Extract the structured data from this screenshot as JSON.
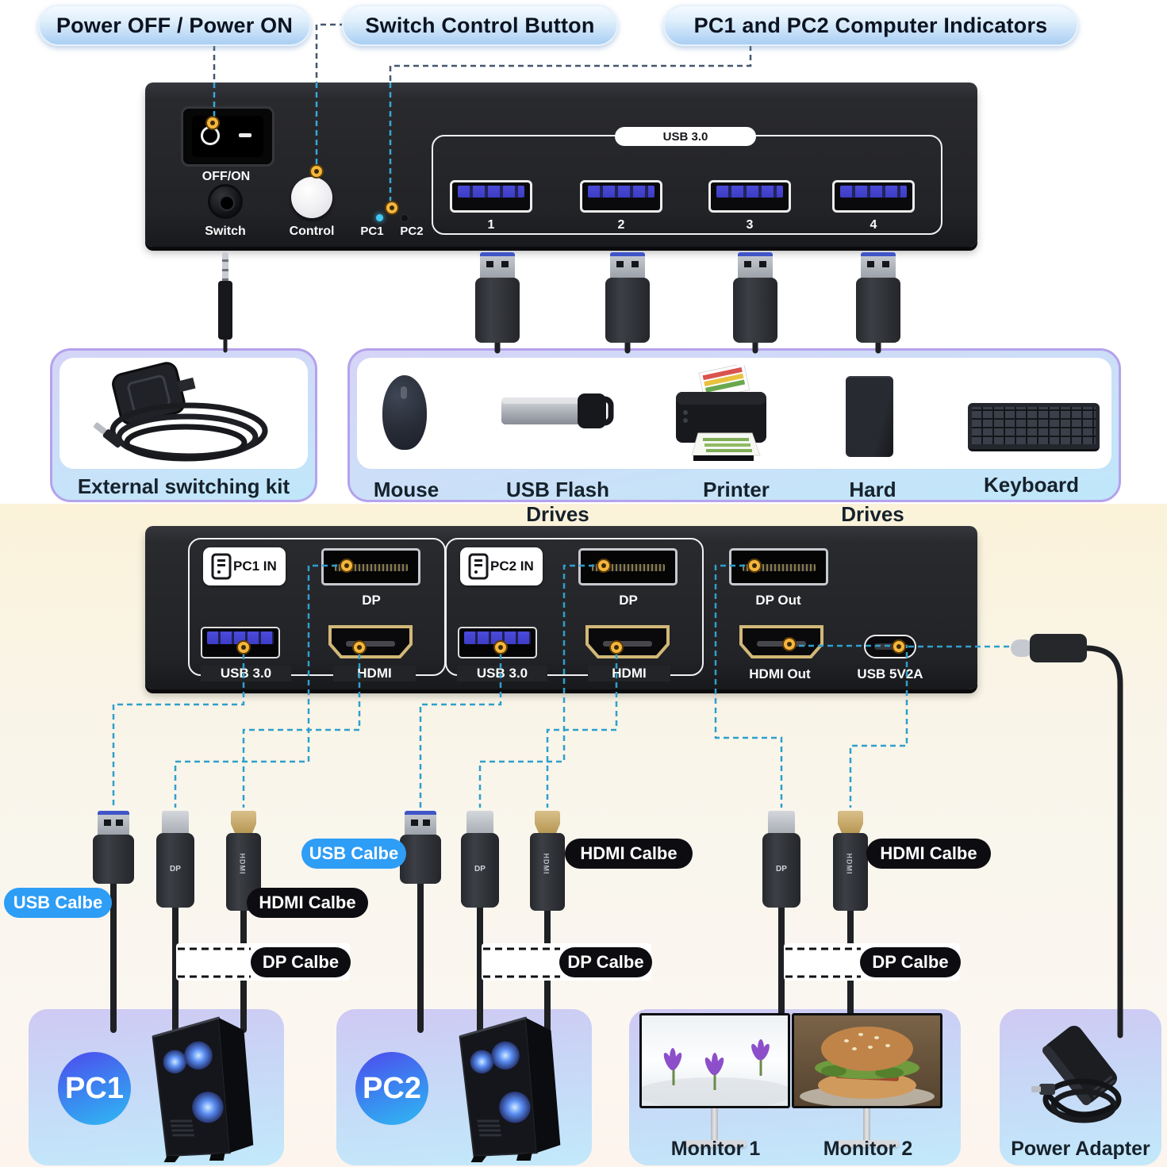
{
  "callouts": {
    "power": "Power OFF / Power ON",
    "control": "Switch Control Button",
    "indicators": "PC1 and PC2 Computer Indicators"
  },
  "front_panel": {
    "rocker_off_on": "OFF/ON",
    "switch_label": "Switch",
    "control_label": "Control",
    "pc1_label": "PC1",
    "pc2_label": "PC2",
    "usb_group_label": "USB 3.0",
    "port_numbers": [
      "1",
      "2",
      "3",
      "4"
    ]
  },
  "kit_box": {
    "label": "External switching kit"
  },
  "devices_box": {
    "labels": [
      "Mouse",
      "USB Flash Drives",
      "Printer",
      "Hard Drives",
      "Keyboard"
    ]
  },
  "back_panel": {
    "pc1_in": "PC1 IN",
    "pc2_in": "PC2 IN",
    "dp": "DP",
    "usb30": "USB 3.0",
    "hdmi": "HDMI",
    "dp_out": "DP Out",
    "hdmi_out": "HDMI Out",
    "usb_power": "USB 5V2A"
  },
  "cable_labels": {
    "usb": "USB Calbe",
    "hdmi": "HDMI Calbe",
    "dp": "DP Calbe"
  },
  "plug_markings": {
    "hdmi": "HDMI",
    "dp": "DP"
  },
  "bottom_boxes": {
    "pc1": "PC1",
    "pc2": "PC2",
    "monitor1": "Monitor 1",
    "monitor2": "Monitor 2",
    "power_adapter": "Power Adapter"
  },
  "colors": {
    "accent_blue_pill": "#2e9df5",
    "teal_dash": "#2f9fcc",
    "navy_dash": "#44576e",
    "gold_pin": "#f4b63e",
    "usb_tongue": "#4444d4",
    "panel_black": "#222327"
  }
}
